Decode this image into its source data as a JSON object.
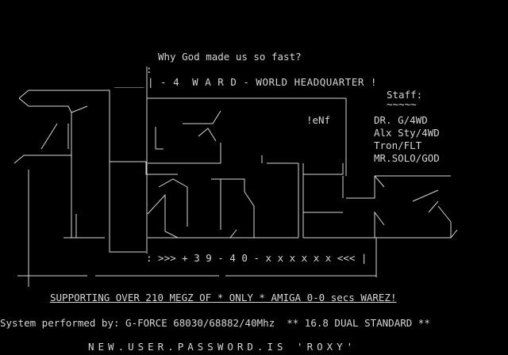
{
  "tagline": "Why God made us so fast?",
  "headquarter": "| - 4  W A R D - WORLD HEADQUARTER !",
  "staff": {
    "title": "Staff:",
    "underline": "~~~~~",
    "members": [
      "DR. G/4WD",
      "Alx Sty/4WD",
      "Tron/FLT",
      "MR.SOLO/GOD"
    ]
  },
  "art_signature": "!eNf",
  "phone": ": >>> + 3 9 - 4 0 - x x x x x x <<< |",
  "support_line": "SUPPORTING OVER 210 MEGZ OF * ONLY * AMIGA 0-0 secs WAREZ!",
  "system_line": "System performed by: G-FORCE 68030/68882/40Mhz  ** 16.8 DUAL STANDARD **",
  "password_line": "NEW.USER.PASSWORD.IS 'ROXY'",
  "ascii_art": [
    "                                     __________________________________.      ",
    " /\\____________      |                                         |   ",
    " \\_____  ___/  |     |                 /                       |   ",
    "      /  |  |       |             ____/           !eNf  |   ",
    "     /  ||   _     |.         _/\\                     |   ",
    "    /   ||  |      ||            \\                    |   ",
    "_\\_______|  |______|___________ /        :_____    |   ",
    "  |       |  |  |  _______  ______|  |____|_______|_ _________  ",
    "  |       |  |  | |_\\__   \\ |    |  |    |   |  \\_        /  ",
    "  :       |. |  | |/  /   | |\\   |  |    |   |____|  ____/  ",
    "  .       || _  | |  /    | |    |  |    |______ |  _/\\ \\   ",
    "  :       ||    | /   |\\  | |     \\ |    |       ||        \\  ",
    "  :       |_|______| |___________/__________/|__________|__________/_ ",
    "  |               |_____|                                            ",
    "  |                                                                  ",
    " _|_________  _______________   _______________________________|    ",
    "   |                                                              "
  ]
}
